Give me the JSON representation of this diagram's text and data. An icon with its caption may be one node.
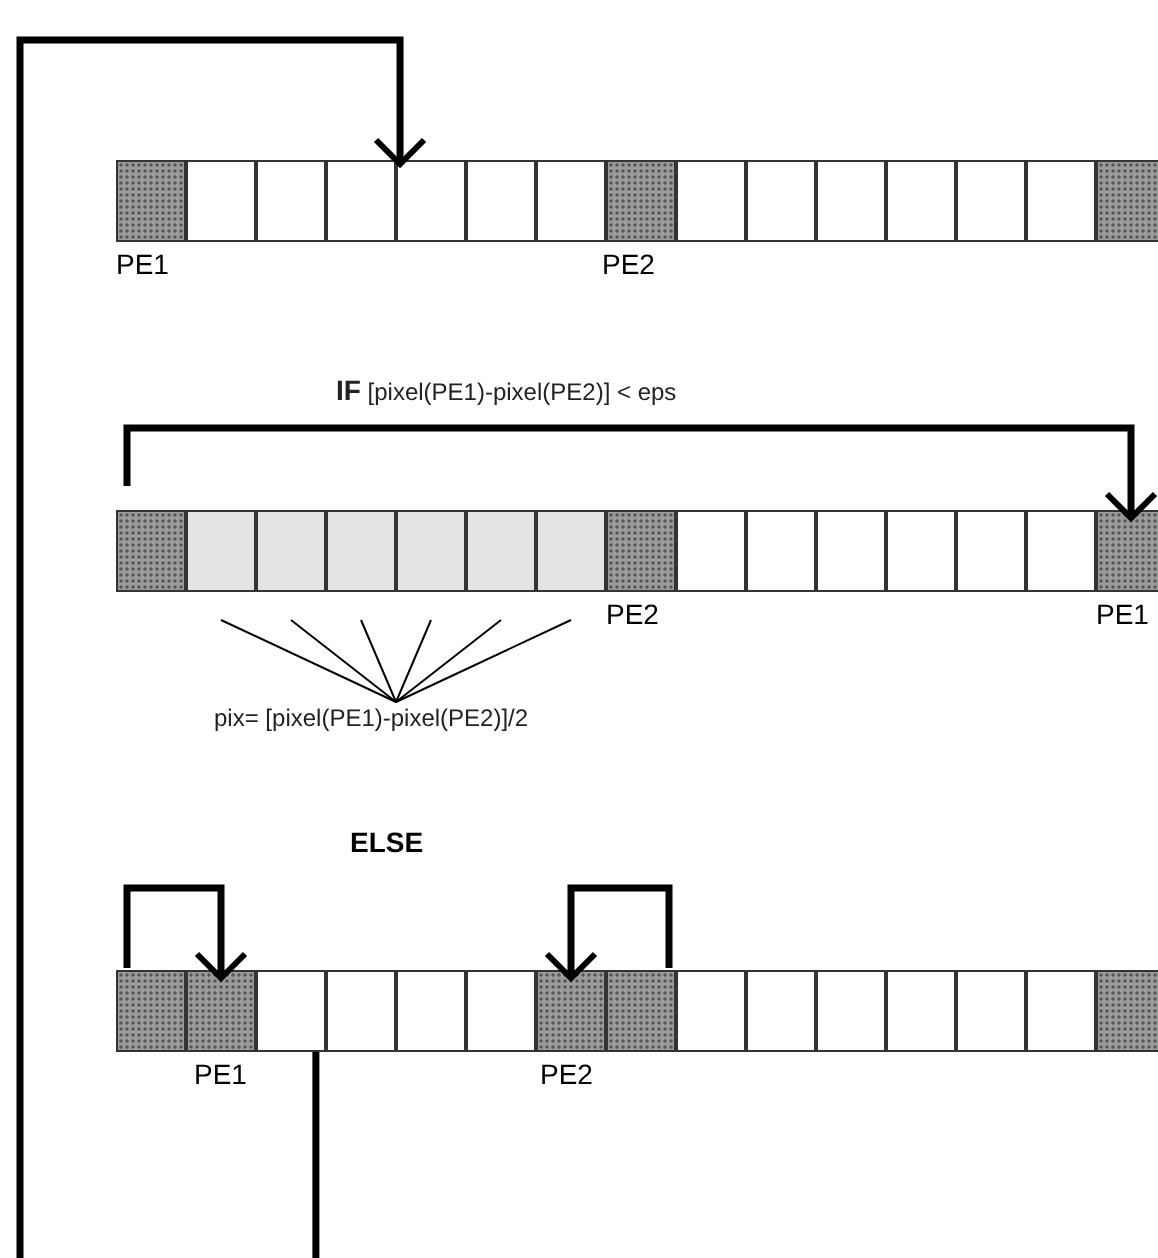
{
  "diagram": {
    "nodes": [
      {
        "text": [],
        "shape": "bar"
      },
      {
        "text": [],
        "shape": "box",
        "in": 0,
        "beside": [
          "PE1"
        ]
      },
      {
        "text": [],
        "shape": "box",
        "in": 0
      },
      {
        "text": [],
        "shape": "box",
        "in": 0
      },
      {
        "text": [],
        "shape": "box",
        "in": 0
      },
      {
        "text": [],
        "shape": "box",
        "in": 0
      },
      {
        "text": [],
        "shape": "box",
        "in": 0
      },
      {
        "text": [],
        "shape": "box",
        "in": 0
      },
      {
        "text": [],
        "shape": "box",
        "in": 0,
        "beside": [
          "PE2"
        ]
      },
      {
        "text": [],
        "shape": "box",
        "in": 0
      },
      {
        "text": [],
        "shape": "box",
        "in": 0
      },
      {
        "text": [],
        "shape": "box",
        "in": 0
      },
      {
        "text": [],
        "shape": "box",
        "in": 0
      },
      {
        "text": [],
        "shape": "box",
        "in": 0
      },
      {
        "text": [],
        "shape": "box",
        "in": 0
      },
      {
        "text": [],
        "shape": "box",
        "in": 0
      },
      {
        "text": [],
        "shape": "bar"
      },
      {
        "text": [],
        "shape": "box",
        "in": 16
      },
      {
        "text": [],
        "shape": "box",
        "in": 16
      },
      {
        "text": [],
        "shape": "box",
        "in": 16
      },
      {
        "text": [],
        "shape": "box",
        "in": 16
      },
      {
        "text": [],
        "shape": "box",
        "in": 16
      },
      {
        "text": [],
        "shape": "box",
        "in": 16
      },
      {
        "text": [],
        "shape": "box",
        "in": 16
      },
      {
        "text": [],
        "shape": "box",
        "in": 16,
        "beside": [
          "PE2"
        ]
      },
      {
        "text": [],
        "shape": "box",
        "in": 16
      },
      {
        "text": [],
        "shape": "box",
        "in": 16
      },
      {
        "text": [],
        "shape": "box",
        "in": 16
      },
      {
        "text": [],
        "shape": "box",
        "in": 16
      },
      {
        "text": [],
        "shape": "box",
        "in": 16
      },
      {
        "text": [],
        "shape": "box",
        "in": 16
      },
      {
        "text": [],
        "shape": "box",
        "in": 16,
        "beside": [
          "PE1"
        ]
      },
      {
        "text": [
          "pix= [pixel(PE1)-pixel(PE2)]/2"
        ]
      },
      {
        "text": [],
        "shape": "bar"
      },
      {
        "text": [],
        "shape": "box",
        "in": 33
      },
      {
        "text": [],
        "shape": "box",
        "in": 33,
        "beside": [
          "PE1"
        ]
      },
      {
        "text": [],
        "shape": "box",
        "in": 33
      },
      {
        "text": [],
        "shape": "box",
        "in": 33
      },
      {
        "text": [],
        "shape": "box",
        "in": 33
      },
      {
        "text": [],
        "shape": "box",
        "in": 33
      },
      {
        "text": [],
        "shape": "box",
        "in": 33,
        "beside": [
          "PE2"
        ]
      },
      {
        "text": [],
        "shape": "box",
        "in": 33
      },
      {
        "text": [],
        "shape": "box",
        "in": 33
      },
      {
        "text": [],
        "shape": "box",
        "in": 33
      },
      {
        "text": [],
        "shape": "box",
        "in": 33
      },
      {
        "text": [],
        "shape": "box",
        "in": 33
      },
      {
        "text": [],
        "shape": "box",
        "in": 33
      },
      {
        "text": [],
        "shape": "box",
        "in": 33
      },
      {
        "text": [],
        "shape": "box",
        "in": 33
      }
    ],
    "edges": [
      {
        "from": 33,
        "to": 0,
        "arrow": "to",
        "style": "thick"
      },
      {
        "from": 17,
        "to": 31,
        "arrow": "to",
        "style": "thick",
        "label": "**IF** [pixel(PE1)-pixel(PE2)] < eps"
      },
      {
        "from": 18,
        "to": 32,
        "arrow": "none"
      },
      {
        "from": 19,
        "to": 32,
        "arrow": "none"
      },
      {
        "from": 20,
        "to": 32,
        "arrow": "none"
      },
      {
        "from": 21,
        "to": 32,
        "arrow": "none"
      },
      {
        "from": 22,
        "to": 32,
        "arrow": "none"
      },
      {
        "from": 23,
        "to": 32,
        "arrow": "none"
      },
      {
        "from": 34,
        "to": 35,
        "arrow": "to",
        "style": "thick"
      },
      {
        "from": 41,
        "to": 40,
        "arrow": "to",
        "style": "thick"
      }
    ],
    "labels": [
      "ELSE"
    ]
  }
}
